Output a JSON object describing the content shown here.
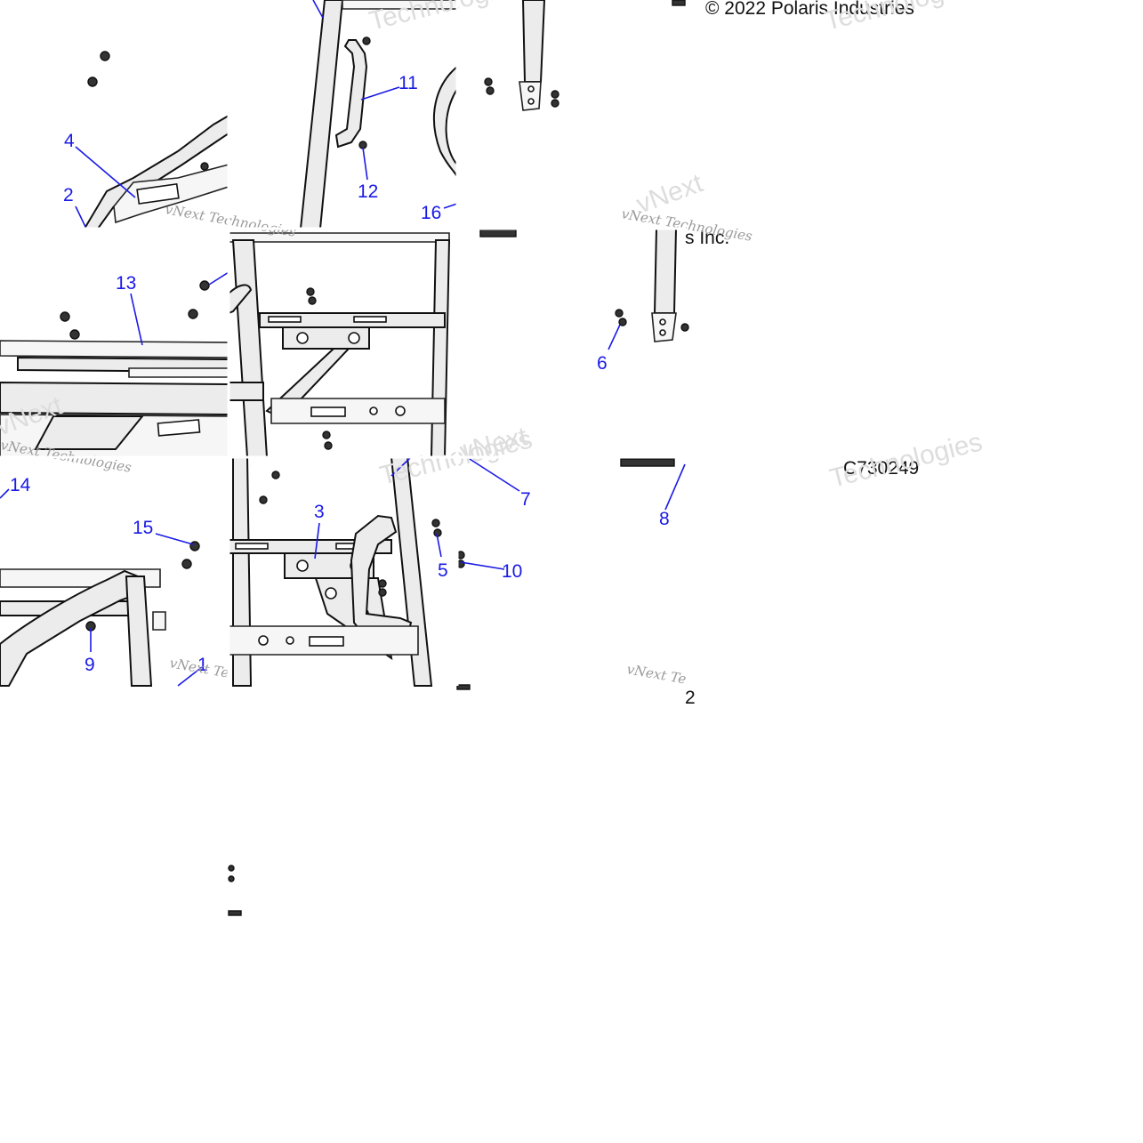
{
  "diagram": {
    "copyright": "© 2022 Polaris Industries",
    "copyright_fragment": "s Inc.",
    "drawing_code": "C730249",
    "stray_number": "2",
    "watermark": {
      "brand": "vNext Technologies",
      "brand_fragment": "vNext Te",
      "word_big": "Technologies",
      "word_next": "vNext"
    },
    "callouts": [
      "1",
      "2",
      "3",
      "4",
      "5",
      "6",
      "7",
      "8",
      "9",
      "10",
      "11",
      "12",
      "13",
      "14",
      "15",
      "16"
    ]
  }
}
